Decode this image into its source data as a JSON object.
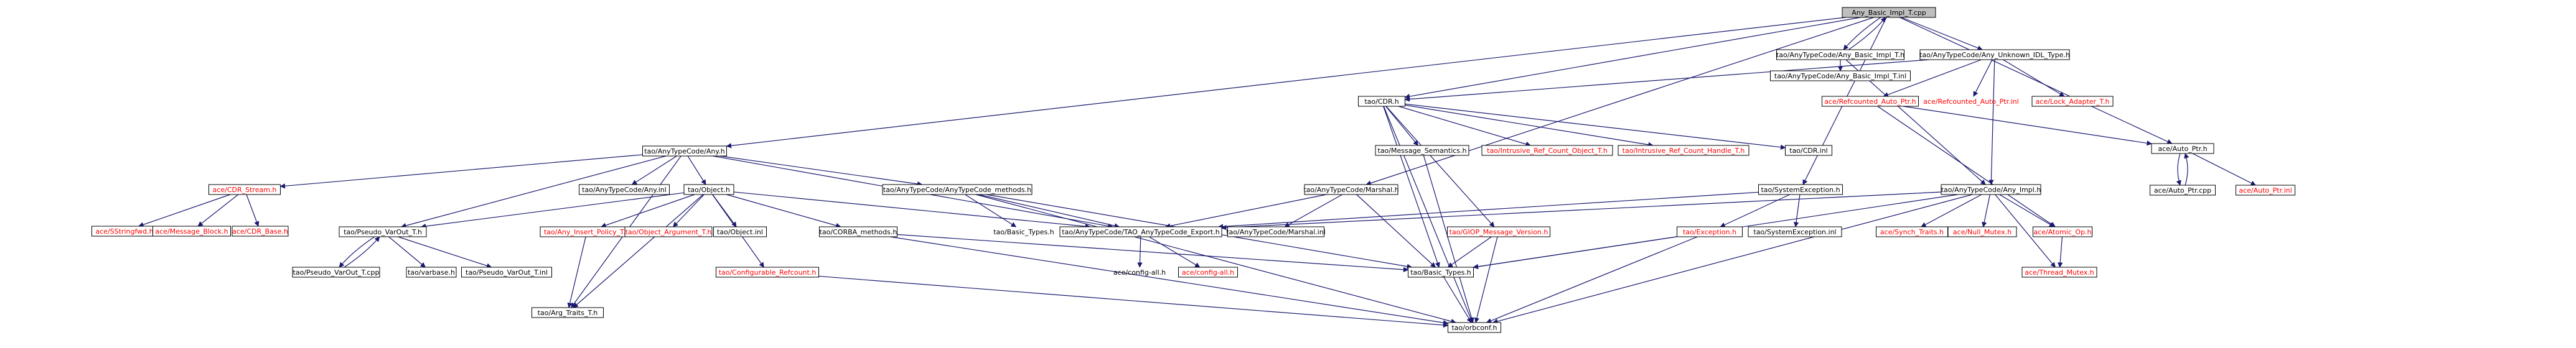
{
  "graph": {
    "colors": {
      "edge": "#191970",
      "root_fill": "#bfbfbf",
      "external_text": "#ff0000",
      "internal_text": "#000000",
      "box_stroke": "#000000"
    },
    "nodes": [
      {
        "id": "root",
        "label": "Any_Basic_Impl_T.cpp",
        "style": "root"
      },
      {
        "id": "basic_impl_h",
        "label": "tao/AnyTypeCode/Any_Basic_Impl_T.h",
        "style": "box"
      },
      {
        "id": "basic_impl_inl",
        "label": "tao/AnyTypeCode/Any_Basic_Impl_T.inl",
        "style": "box"
      },
      {
        "id": "unknown_idl",
        "label": "tao/AnyTypeCode/Any_Unknown_IDL_Type.h",
        "style": "box"
      },
      {
        "id": "any_h",
        "label": "tao/AnyTypeCode/Any.h",
        "style": "box"
      },
      {
        "id": "cdr_h",
        "label": "tao/CDR.h",
        "style": "box"
      },
      {
        "id": "refcounted_auto_ptr_h",
        "label": "ace/Refcounted_Auto_Ptr.h",
        "style": "box",
        "external": true
      },
      {
        "id": "refcounted_auto_ptr_inl",
        "label": "ace/Refcounted_Auto_Ptr.inl",
        "style": "plain",
        "external": true
      },
      {
        "id": "lock_adapter",
        "label": "ace/Lock_Adapter_T.h",
        "style": "box",
        "external": true
      },
      {
        "id": "auto_ptr_h",
        "label": "ace/Auto_Ptr.h",
        "style": "box"
      },
      {
        "id": "auto_ptr_cpp",
        "label": "ace/Auto_Ptr.cpp",
        "style": "box"
      },
      {
        "id": "auto_ptr_inl",
        "label": "ace/Auto_Ptr.inl",
        "style": "box",
        "external": true
      },
      {
        "id": "cdr_stream",
        "label": "ace/CDR_Stream.h",
        "style": "box",
        "external": true
      },
      {
        "id": "sstringfwd",
        "label": "ace/SStringfwd.h",
        "style": "box",
        "external": true
      },
      {
        "id": "message_block",
        "label": "ace/Message_Block.h",
        "style": "box",
        "external": true
      },
      {
        "id": "cdr_base",
        "label": "ace/CDR_Base.h",
        "style": "box",
        "external": true
      },
      {
        "id": "any_inl",
        "label": "tao/AnyTypeCode/Any.inl",
        "style": "box"
      },
      {
        "id": "object_h",
        "label": "tao/Object.h",
        "style": "box"
      },
      {
        "id": "methods_h",
        "label": "tao/AnyTypeCode/AnyTypeCode_methods.h",
        "style": "box"
      },
      {
        "id": "marshal_h",
        "label": "tao/AnyTypeCode/Marshal.h",
        "style": "box"
      },
      {
        "id": "pseudo_varout_h",
        "label": "tao/Pseudo_VarOut_T.h",
        "style": "box"
      },
      {
        "id": "pseudo_varout_cpp",
        "label": "tao/Pseudo_VarOut_T.cpp",
        "style": "box"
      },
      {
        "id": "varbase",
        "label": "tao/varbase.h",
        "style": "box"
      },
      {
        "id": "pseudo_varout_inl",
        "label": "tao/Pseudo_VarOut_T.inl",
        "style": "box"
      },
      {
        "id": "arg_traits",
        "label": "tao/Arg_Traits_T.h",
        "style": "box"
      },
      {
        "id": "any_insert_policy",
        "label": "tao/Any_Insert_Policy_T.h",
        "style": "box",
        "external": true
      },
      {
        "id": "object_argument",
        "label": "tao/Object_Argument_T.h",
        "style": "box",
        "external": true
      },
      {
        "id": "object_inl",
        "label": "tao/Object.inl",
        "style": "box"
      },
      {
        "id": "configurable_refcount",
        "label": "tao/Configurable_Refcount.h",
        "style": "box",
        "external": true
      },
      {
        "id": "corba_methods",
        "label": "tao/CORBA_methods.h",
        "style": "box"
      },
      {
        "id": "basic_types_plain",
        "label": "tao/Basic_Types.h",
        "style": "plain"
      },
      {
        "id": "typecode_export",
        "label": "tao/AnyTypeCode/TAO_AnyTypeCode_Export.h",
        "style": "box"
      },
      {
        "id": "config_all_plain",
        "label": "ace/config-all.h",
        "style": "plain"
      },
      {
        "id": "config_all_red",
        "label": "ace/config-all.h",
        "style": "box",
        "external": true
      },
      {
        "id": "marshal_inl",
        "label": "tao/AnyTypeCode/Marshal.inl",
        "style": "box"
      },
      {
        "id": "message_semantics",
        "label": "tao/Message_Semantics.h",
        "style": "box"
      },
      {
        "id": "intrusive_count_obj",
        "label": "tao/Intrusive_Ref_Count_Object_T.h",
        "style": "box",
        "external": true
      },
      {
        "id": "intrusive_count_handle",
        "label": "tao/Intrusive_Ref_Count_Handle_T.h",
        "style": "box",
        "external": true
      },
      {
        "id": "cdr_inl",
        "label": "tao/CDR.inl",
        "style": "box"
      },
      {
        "id": "giop_version",
        "label": "tao/GIOP_Message_Version.h",
        "style": "box",
        "external": true
      },
      {
        "id": "system_exception_h",
        "label": "tao/SystemException.h",
        "style": "box"
      },
      {
        "id": "system_exception_inl",
        "label": "tao/SystemException.inl",
        "style": "box"
      },
      {
        "id": "exception_h",
        "label": "tao/Exception.h",
        "style": "box",
        "external": true
      },
      {
        "id": "basic_types",
        "label": "tao/Basic_Types.h",
        "style": "box"
      },
      {
        "id": "orbconf",
        "label": "tao/orbconf.h",
        "style": "box"
      },
      {
        "id": "any_impl",
        "label": "tao/AnyTypeCode/Any_Impl.h",
        "style": "box"
      },
      {
        "id": "synch_traits",
        "label": "ace/Synch_Traits.h",
        "style": "box",
        "external": true
      },
      {
        "id": "null_mutex",
        "label": "ace/Null_Mutex.h",
        "style": "box",
        "external": true
      },
      {
        "id": "atomic_op",
        "label": "ace/Atomic_Op.h",
        "style": "box",
        "external": true
      },
      {
        "id": "thread_mutex",
        "label": "ace/Thread_Mutex.h",
        "style": "box",
        "external": true
      }
    ],
    "edges": [
      [
        "root",
        "basic_impl_h"
      ],
      [
        "basic_impl_h",
        "root"
      ],
      [
        "root",
        "unknown_idl"
      ],
      [
        "root",
        "any_h"
      ],
      [
        "root",
        "cdr_h"
      ],
      [
        "root",
        "marshal_h"
      ],
      [
        "root",
        "system_exception_h"
      ],
      [
        "root",
        "auto_ptr_h"
      ],
      [
        "basic_impl_h",
        "basic_impl_inl"
      ],
      [
        "basic_impl_h",
        "any_impl"
      ],
      [
        "unknown_idl",
        "cdr_h"
      ],
      [
        "unknown_idl",
        "refcounted_auto_ptr_h"
      ],
      [
        "unknown_idl",
        "refcounted_auto_ptr_inl"
      ],
      [
        "unknown_idl",
        "lock_adapter"
      ],
      [
        "unknown_idl",
        "any_impl"
      ],
      [
        "refcounted_auto_ptr_h",
        "auto_ptr_h"
      ],
      [
        "refcounted_auto_ptr_h",
        "atomic_op"
      ],
      [
        "auto_ptr_h",
        "auto_ptr_cpp"
      ],
      [
        "auto_ptr_h",
        "auto_ptr_inl"
      ],
      [
        "auto_ptr_cpp",
        "auto_ptr_h"
      ],
      [
        "any_h",
        "cdr_stream"
      ],
      [
        "any_h",
        "any_inl"
      ],
      [
        "any_h",
        "object_h"
      ],
      [
        "any_h",
        "methods_h"
      ],
      [
        "any_h",
        "pseudo_varout_h"
      ],
      [
        "any_h",
        "arg_traits"
      ],
      [
        "any_h",
        "typecode_export"
      ],
      [
        "cdr_stream",
        "sstringfwd"
      ],
      [
        "cdr_stream",
        "message_block"
      ],
      [
        "cdr_stream",
        "cdr_base"
      ],
      [
        "object_h",
        "pseudo_varout_h"
      ],
      [
        "object_h",
        "any_insert_policy"
      ],
      [
        "object_h",
        "object_argument"
      ],
      [
        "object_h",
        "object_inl"
      ],
      [
        "object_h",
        "configurable_refcount"
      ],
      [
        "object_h",
        "corba_methods"
      ],
      [
        "object_h",
        "arg_traits"
      ],
      [
        "object_h",
        "typecode_export"
      ],
      [
        "pseudo_varout_h",
        "pseudo_varout_cpp"
      ],
      [
        "pseudo_varout_cpp",
        "pseudo_varout_h"
      ],
      [
        "pseudo_varout_h",
        "varbase"
      ],
      [
        "pseudo_varout_h",
        "pseudo_varout_inl"
      ],
      [
        "any_insert_policy",
        "arg_traits"
      ],
      [
        "configurable_refcount",
        "orbconf"
      ],
      [
        "corba_methods",
        "basic_types"
      ],
      [
        "corba_methods",
        "orbconf"
      ],
      [
        "methods_h",
        "basic_types_plain"
      ],
      [
        "methods_h",
        "typecode_export"
      ],
      [
        "methods_h",
        "basic_types"
      ],
      [
        "methods_h",
        "orbconf"
      ],
      [
        "typecode_export",
        "config_all_plain"
      ],
      [
        "typecode_export",
        "config_all_red"
      ],
      [
        "marshal_h",
        "typecode_export"
      ],
      [
        "marshal_h",
        "marshal_inl"
      ],
      [
        "marshal_h",
        "basic_types"
      ],
      [
        "cdr_h",
        "message_semantics"
      ],
      [
        "cdr_h",
        "intrusive_count_obj"
      ],
      [
        "cdr_h",
        "intrusive_count_handle"
      ],
      [
        "cdr_h",
        "cdr_inl"
      ],
      [
        "cdr_h",
        "giop_version"
      ],
      [
        "cdr_h",
        "basic_types"
      ],
      [
        "cdr_h",
        "orbconf"
      ],
      [
        "message_semantics",
        "orbconf"
      ],
      [
        "giop_version",
        "basic_types"
      ],
      [
        "giop_version",
        "orbconf"
      ],
      [
        "system_exception_h",
        "system_exception_inl"
      ],
      [
        "system_exception_h",
        "exception_h"
      ],
      [
        "system_exception_h",
        "typecode_export"
      ],
      [
        "exception_h",
        "basic_types"
      ],
      [
        "exception_h",
        "orbconf"
      ],
      [
        "basic_types",
        "orbconf"
      ],
      [
        "any_impl",
        "typecode_export"
      ],
      [
        "any_impl",
        "basic_types"
      ],
      [
        "any_impl",
        "synch_traits"
      ],
      [
        "any_impl",
        "null_mutex"
      ],
      [
        "any_impl",
        "atomic_op"
      ],
      [
        "any_impl",
        "thread_mutex"
      ],
      [
        "any_impl",
        "orbconf"
      ],
      [
        "atomic_op",
        "thread_mutex"
      ]
    ]
  }
}
